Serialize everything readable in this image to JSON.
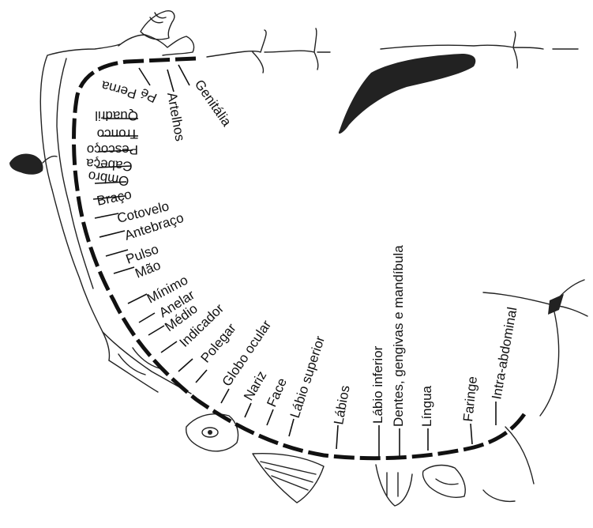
{
  "diagram": {
    "labels": {
      "genitalia": "Genitália",
      "artelhos": "Artelhos",
      "perna": "Perna",
      "pe": "Pé",
      "quadril": "Quadril",
      "tronco": "Tronco",
      "pescoco": "Pescoço",
      "cabeca": "Cabeça",
      "ombro": "Ombro",
      "braco": "Braço",
      "cotovelo": "Cotovelo",
      "antebraco": "Antebraço",
      "pulso": "Pulso",
      "mao": "Mão",
      "minimo": "Mínimo",
      "anelar": "Anelar",
      "medio": "Médio",
      "indicador": "Indicador",
      "polegar": "Polegar",
      "globo_ocular": "Globo ocular",
      "nariz": "Nariz",
      "face": "Face",
      "labio_superior": "Lábio superior",
      "labios": "Lábios",
      "labio_inferior": "Lábio inferior",
      "dentes": "Dentes, gengivas e mandíbula",
      "lingua": "Língua",
      "faringe": "Faringe",
      "intra_abdominal": "Intra-abdominal"
    }
  }
}
